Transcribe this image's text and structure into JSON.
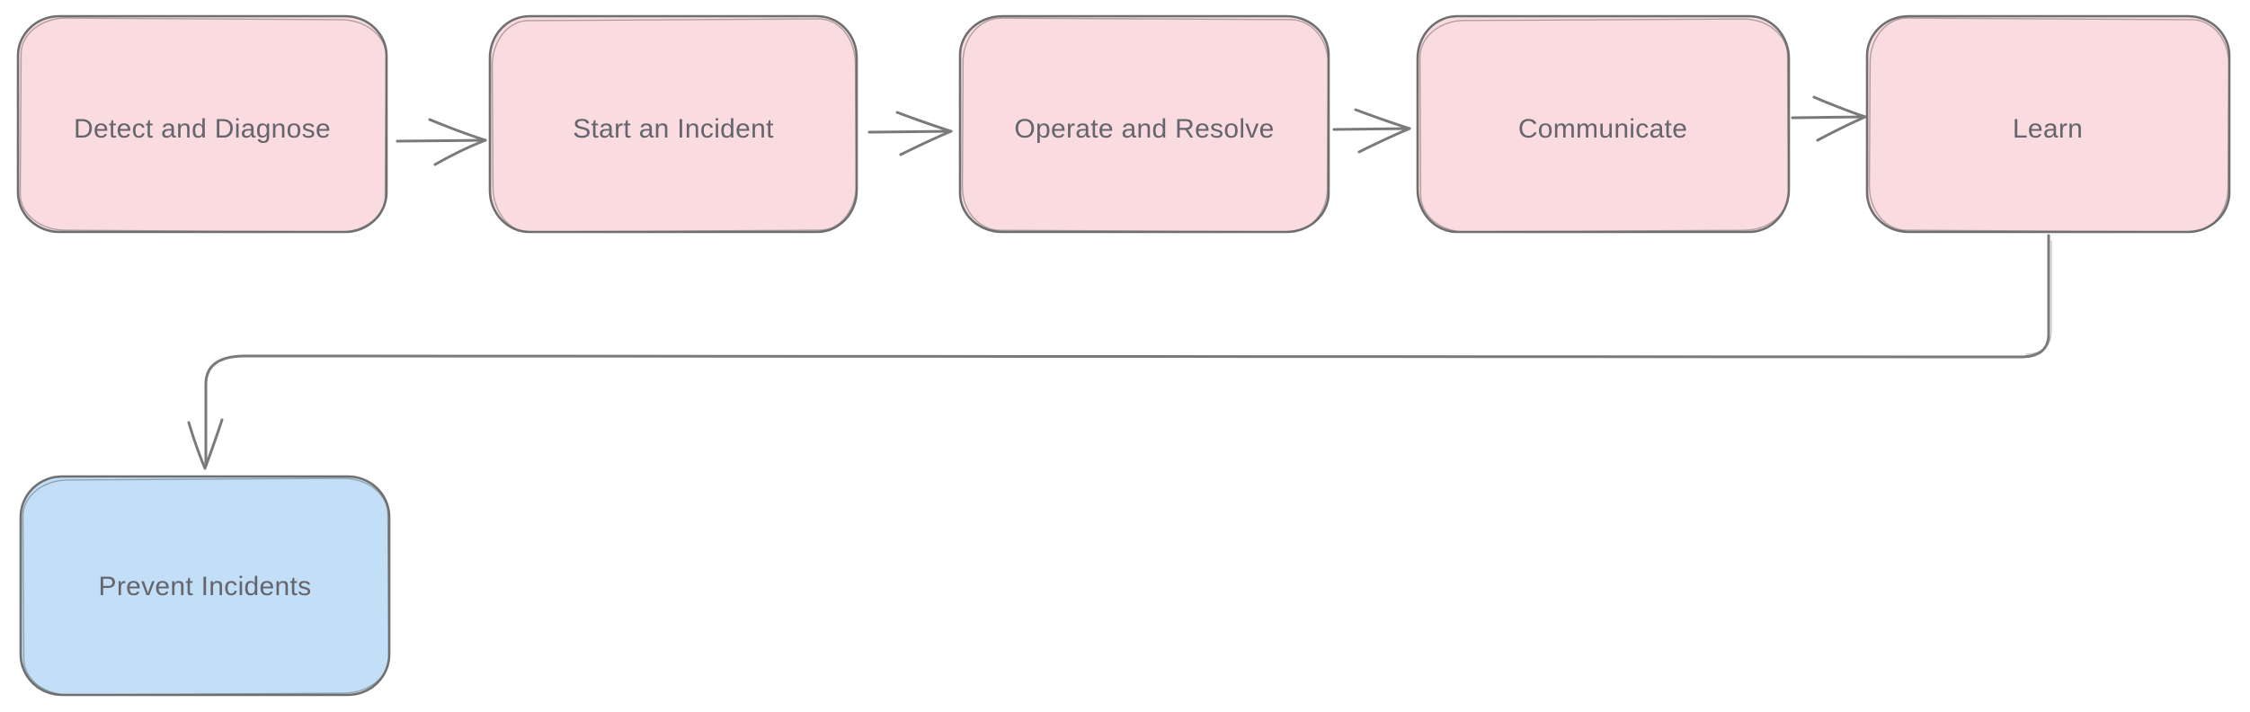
{
  "canvas": {
    "background": "#ffffff"
  },
  "colors": {
    "node_fill_pink": "#fadbdf",
    "node_fill_blue": "#c2dff7",
    "node_stroke": "#6f6f6f",
    "arrow": "#7a7a7a",
    "label_text": "#65656d"
  },
  "nodes": [
    {
      "id": "detect-and-diagnose",
      "label": "Detect and Diagnose",
      "fill": "#fadbdf"
    },
    {
      "id": "start-an-incident",
      "label": "Start an Incident",
      "fill": "#fadbdf"
    },
    {
      "id": "operate-and-resolve",
      "label": "Operate and Resolve",
      "fill": "#fadbdf"
    },
    {
      "id": "communicate",
      "label": "Communicate",
      "fill": "#fadbdf"
    },
    {
      "id": "learn",
      "label": "Learn",
      "fill": "#fadbdf"
    },
    {
      "id": "prevent-incidents",
      "label": "Prevent Incidents",
      "fill": "#c2dff7"
    }
  ],
  "edges": [
    {
      "from": "detect-and-diagnose",
      "to": "start-an-incident"
    },
    {
      "from": "start-an-incident",
      "to": "operate-and-resolve"
    },
    {
      "from": "operate-and-resolve",
      "to": "communicate"
    },
    {
      "from": "communicate",
      "to": "learn"
    },
    {
      "from": "learn",
      "to": "prevent-incidents"
    }
  ]
}
